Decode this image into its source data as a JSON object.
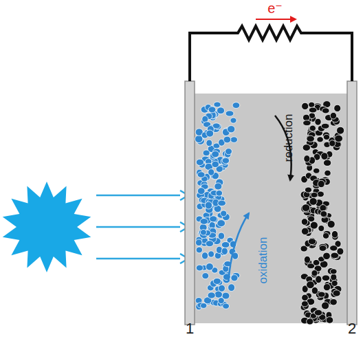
{
  "diagram": {
    "labels": [
      "e⁻",
      "oxidation",
      "reduction",
      "1",
      "2"
    ]
  }
}
